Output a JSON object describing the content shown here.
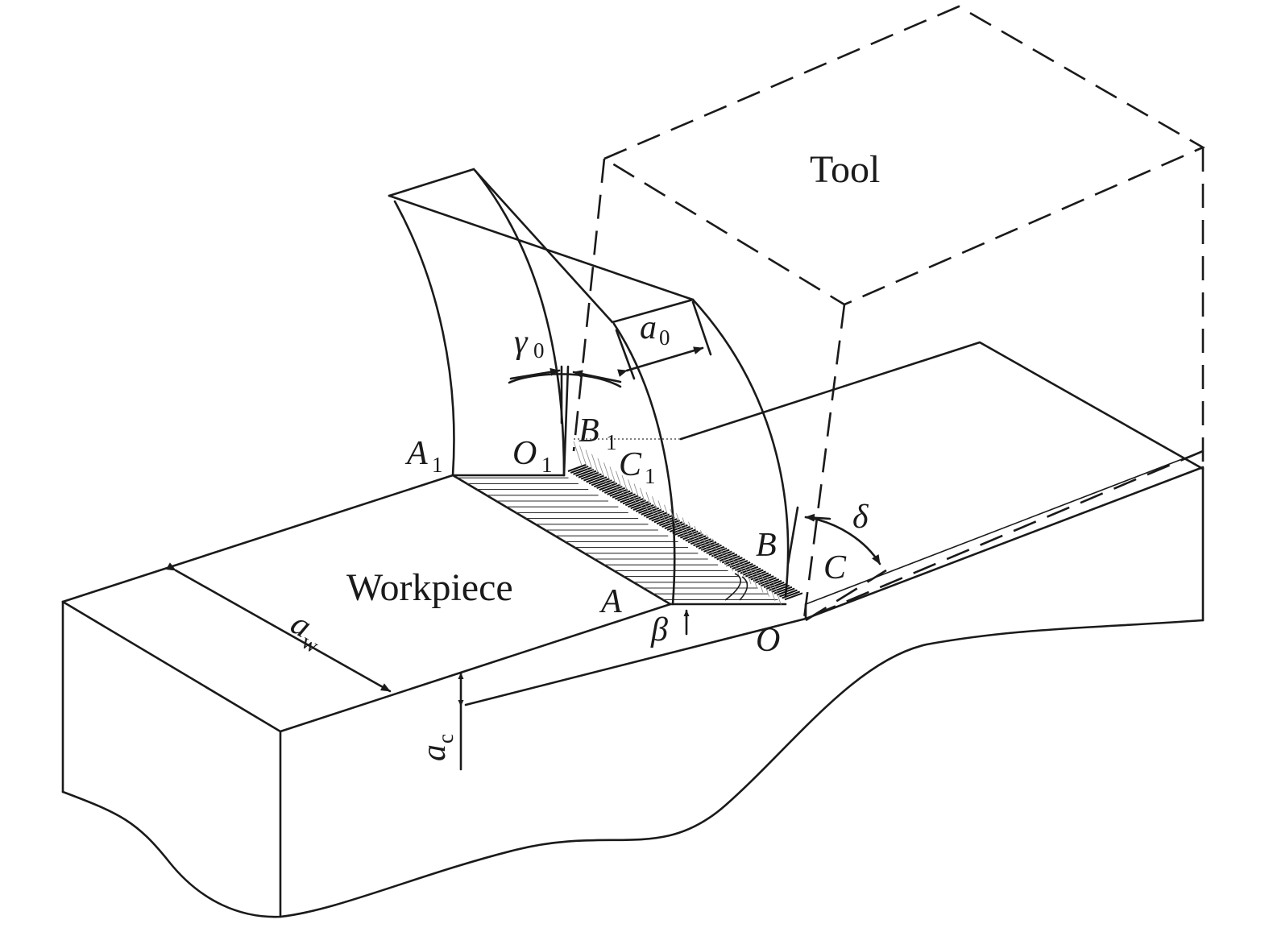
{
  "labels": {
    "tool": "Tool",
    "workpiece": "Workpiece",
    "A1": "A",
    "A1_sub": "1",
    "O1": "O",
    "O1_sub": "1",
    "B1": "B",
    "B1_sub": "1",
    "C1": "C",
    "C1_sub": "1",
    "A": "A",
    "B": "B",
    "C": "C",
    "O": "O",
    "beta": "β",
    "delta": "δ",
    "gamma0": "γ",
    "gamma0_sub": "0",
    "a0": "a",
    "a0_sub": "0",
    "aw": "a",
    "aw_sub": "w",
    "ac": "a",
    "ac_sub": "c"
  }
}
